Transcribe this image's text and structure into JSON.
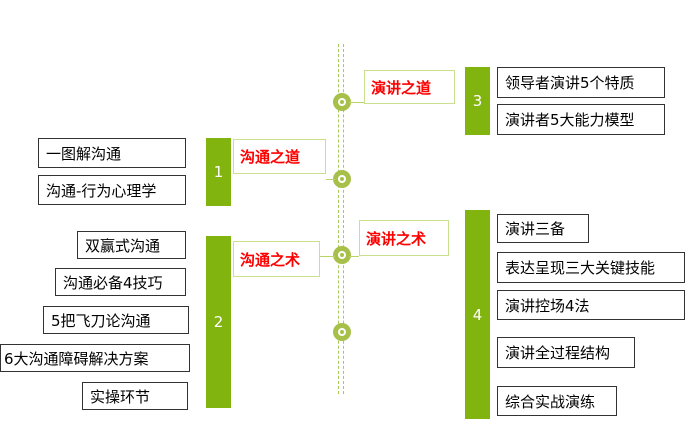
{
  "sections": {
    "s1": {
      "heading": "沟通之道",
      "number": "1"
    },
    "s2": {
      "heading": "沟通之术",
      "number": "2"
    },
    "s3": {
      "heading": "演讲之道",
      "number": "3"
    },
    "s4": {
      "heading": "演讲之术",
      "number": "4"
    }
  },
  "items": {
    "s1": [
      "一图解沟通",
      "沟通-行为心理学"
    ],
    "s2": [
      "双赢式沟通",
      "沟通必备4技巧",
      "5把飞刀论沟通",
      "6大沟通障碍解决方案",
      "实操环节"
    ],
    "s3": [
      "领导者演讲5个特质",
      "演讲者5大能力模型"
    ],
    "s4": [
      "演讲三备",
      "表达呈现三大关键技能",
      "演讲控场4法",
      "演讲全过程结构",
      "综合实战演练"
    ]
  },
  "colors": {
    "heading_text": "#ff0000",
    "bar": "#82b40f",
    "node": "#a7c04a",
    "spine": "#a9c85a"
  }
}
